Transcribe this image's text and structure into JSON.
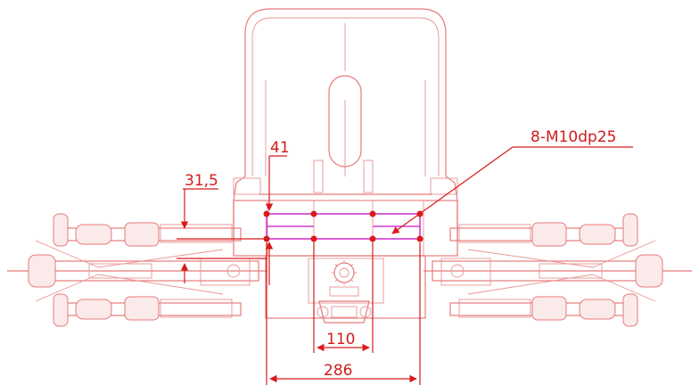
{
  "colors": {
    "outline": "#e77b7b",
    "dimension": "#d91a1a",
    "mounting_rect": "#d23ad2",
    "hole_marker": "#d91a1a"
  },
  "dimensions": {
    "hole_callout": "8-M10dp25",
    "vertical_offset": "31,5",
    "edge_offset": "41",
    "inner_spacing": "110",
    "outer_spacing": "286"
  },
  "mounting_holes": {
    "count": 8
  }
}
